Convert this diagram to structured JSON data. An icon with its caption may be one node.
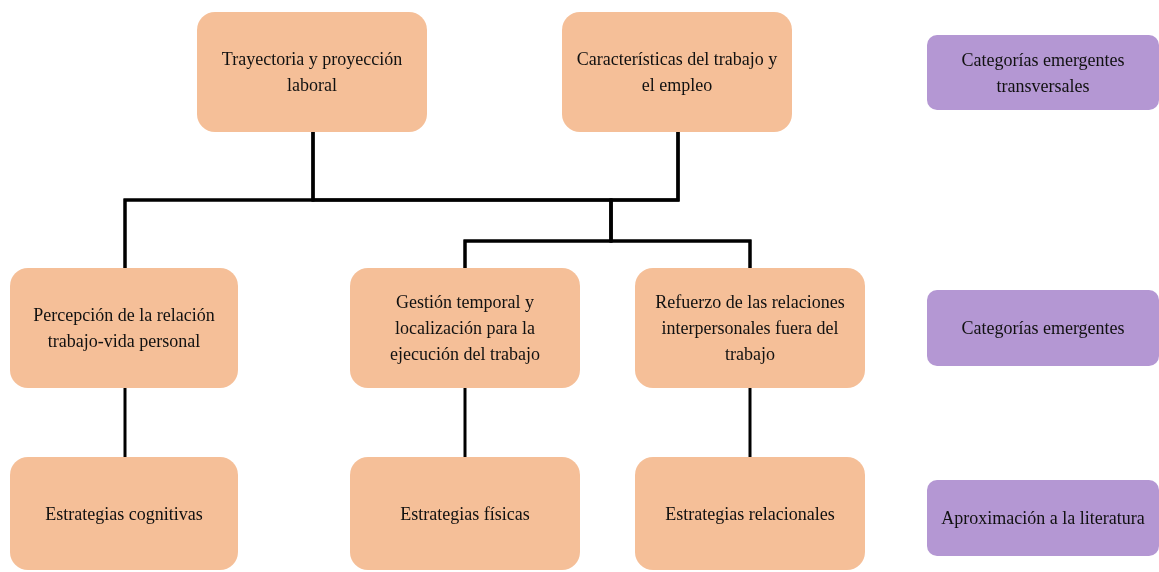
{
  "diagram": {
    "nodes": [
      {
        "text": [
          "Trayectoria y proyección laboral"
        ]
      },
      {
        "text": [
          "Características del trabajo y el empleo"
        ]
      },
      {
        "text": [
          "Categorías emergentes transversales"
        ]
      },
      {
        "text": [
          "Percepción de la relación trabajo-vida personal"
        ]
      },
      {
        "text": [
          "Gestión temporal y localización para la ejecución del trabajo"
        ]
      },
      {
        "text": [
          "Refuerzo de las relaciones interpersonales fuera del trabajo"
        ]
      },
      {
        "text": [
          "Categorías emergentes"
        ]
      },
      {
        "text": [
          "Estrategias cognitivas"
        ]
      },
      {
        "text": [
          "Estrategias físicas"
        ]
      },
      {
        "text": [
          "Estrategias relacionales"
        ]
      },
      {
        "text": [
          "Aproximación a la literatura"
        ]
      }
    ],
    "edges": [
      {
        "from": 0,
        "to": 3,
        "arrow": "none"
      },
      {
        "from": 0,
        "to": 4,
        "arrow": "none"
      },
      {
        "from": 0,
        "to": 5,
        "arrow": "none"
      },
      {
        "from": 1,
        "to": 3,
        "arrow": "none"
      },
      {
        "from": 1,
        "to": 4,
        "arrow": "none"
      },
      {
        "from": 1,
        "to": 5,
        "arrow": "none"
      },
      {
        "from": 3,
        "to": 7,
        "arrow": "none"
      },
      {
        "from": 4,
        "to": 8,
        "arrow": "none"
      },
      {
        "from": 5,
        "to": 9,
        "arrow": "none"
      }
    ]
  }
}
